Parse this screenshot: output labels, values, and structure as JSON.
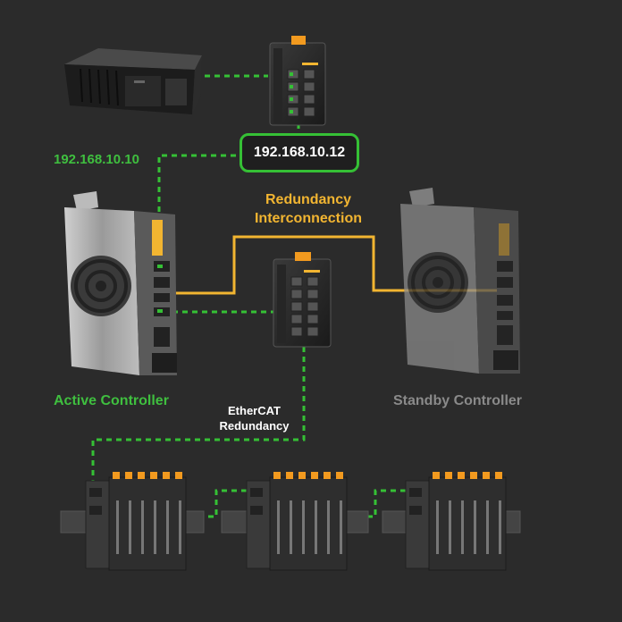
{
  "labels": {
    "ip_active": "192.168.10.10",
    "ip_switch": "192.168.10.12",
    "redundancy_interconnection": "Redundancy Interconnection",
    "active_controller": "Active Controller",
    "standby_controller": "Standby Controller",
    "ethercat_redundancy": "EtherCAT Redundancy"
  },
  "colors": {
    "background": "#2b2b2b",
    "ethernet_link": "#35c035",
    "redundancy_link": "#f2b531",
    "active_text": "#3fbf3f",
    "standby_text": "#8a8a8a"
  },
  "icons": {
    "server": "industrial-server-icon",
    "switch": "network-switch-icon",
    "controller": "industrial-controller-icon",
    "io_module": "remote-io-module-icon"
  }
}
